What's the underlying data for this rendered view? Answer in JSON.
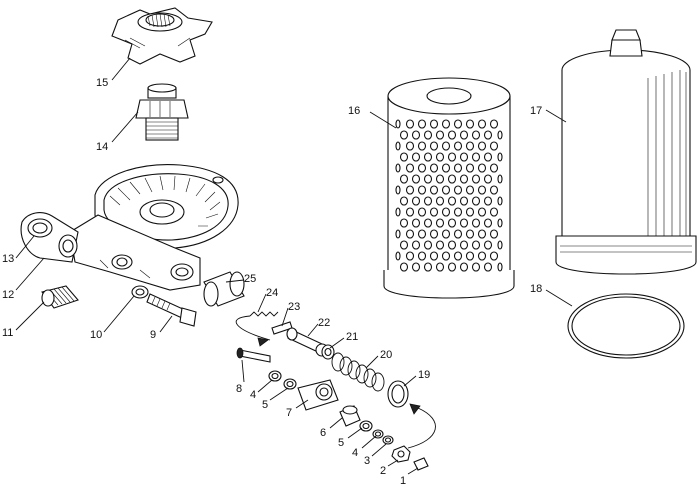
{
  "diagram": {
    "callouts": [
      {
        "id": "c1",
        "text": "1"
      },
      {
        "id": "c2",
        "text": "2"
      },
      {
        "id": "c3",
        "text": "3"
      },
      {
        "id": "c4a",
        "text": "4"
      },
      {
        "id": "c4b",
        "text": "4"
      },
      {
        "id": "c5a",
        "text": "5"
      },
      {
        "id": "c5b",
        "text": "5"
      },
      {
        "id": "c6",
        "text": "6"
      },
      {
        "id": "c7",
        "text": "7"
      },
      {
        "id": "c8",
        "text": "8"
      },
      {
        "id": "c9",
        "text": "9"
      },
      {
        "id": "c10",
        "text": "10"
      },
      {
        "id": "c11",
        "text": "11"
      },
      {
        "id": "c12",
        "text": "12"
      },
      {
        "id": "c13",
        "text": "13"
      },
      {
        "id": "c14",
        "text": "14"
      },
      {
        "id": "c15",
        "text": "15"
      },
      {
        "id": "c16",
        "text": "16"
      },
      {
        "id": "c17",
        "text": "17"
      },
      {
        "id": "c18",
        "text": "18"
      },
      {
        "id": "c19",
        "text": "19"
      },
      {
        "id": "c20",
        "text": "20"
      },
      {
        "id": "c21",
        "text": "21"
      },
      {
        "id": "c22",
        "text": "22"
      },
      {
        "id": "c23",
        "text": "23"
      },
      {
        "id": "c24",
        "text": "24"
      },
      {
        "id": "c25",
        "text": "25"
      }
    ]
  }
}
